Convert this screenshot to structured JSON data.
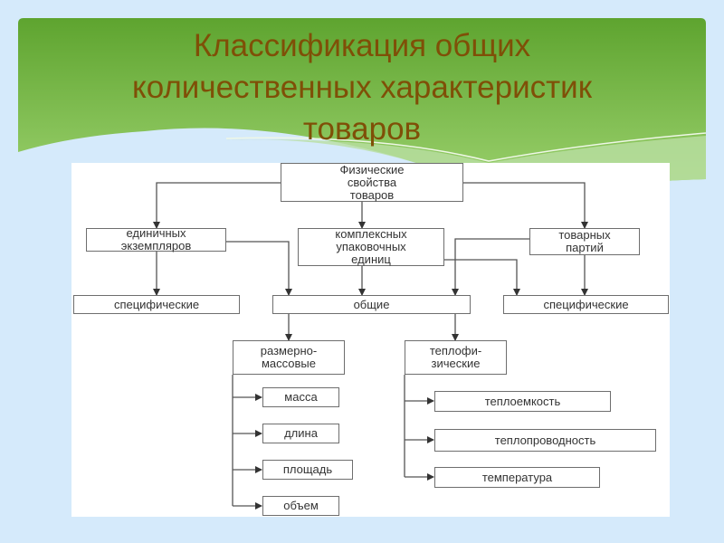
{
  "title": {
    "lines": [
      "Классификация общих",
      "количественных характеристик",
      "товаров"
    ]
  },
  "colors": {
    "background": "#d5eafb",
    "banner_top": "#5ea42f",
    "banner_bottom": "#9ad06c",
    "title_text": "#7f4f07",
    "box_border": "#6e6e6e",
    "connector": "#555555"
  },
  "diagram": {
    "root": {
      "lines": [
        "Физические",
        "свойства",
        "товаров"
      ]
    },
    "level1": [
      {
        "id": "single",
        "lines": [
          "единичных",
          "экземпляров"
        ]
      },
      {
        "id": "packaged",
        "lines": [
          "комплексных",
          "упаковочных",
          "единиц"
        ]
      },
      {
        "id": "batches",
        "lines": [
          "товарных",
          "партий"
        ]
      }
    ],
    "level2": [
      {
        "id": "specific-left",
        "label": "специфические"
      },
      {
        "id": "general",
        "label": "общие"
      },
      {
        "id": "specific-right",
        "label": "специфические"
      }
    ],
    "groups": [
      {
        "id": "dimensional-mass",
        "lines": [
          "размерно-",
          "массовые"
        ],
        "items": [
          "масса",
          "длина",
          "площадь",
          "объем"
        ]
      },
      {
        "id": "thermophysical",
        "lines": [
          "теплофи-",
          "зические"
        ],
        "items": [
          "теплоемкость",
          "теплопроводность",
          "температура"
        ]
      }
    ]
  }
}
